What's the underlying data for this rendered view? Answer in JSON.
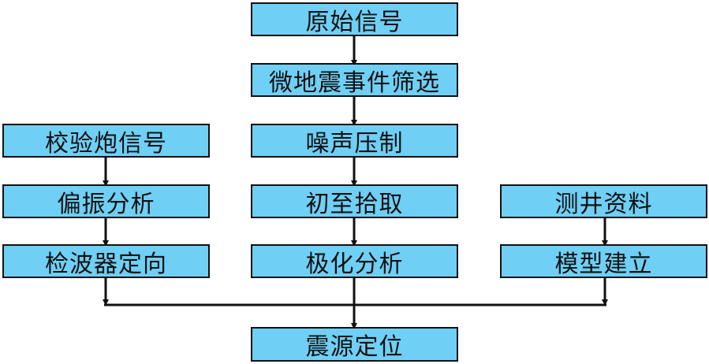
{
  "diagram": {
    "center": {
      "raw_signal": "原始信号",
      "microseismic_screening": "微地震事件筛选",
      "noise_suppression": "噪声压制",
      "first_break_picking": "初至拾取",
      "polarization_analysis_center": "极化分析"
    },
    "left": {
      "calibration_shot_signal": "校验炮信号",
      "polarization_analysis_left": "偏振分析",
      "geophone_orientation": "检波器定向"
    },
    "right": {
      "well_log_data": "测井资料",
      "model_building": "模型建立"
    },
    "output": {
      "source_location": "震源定位"
    }
  },
  "colors": {
    "box_fill": "#6fcff5",
    "stroke": "#111111"
  }
}
